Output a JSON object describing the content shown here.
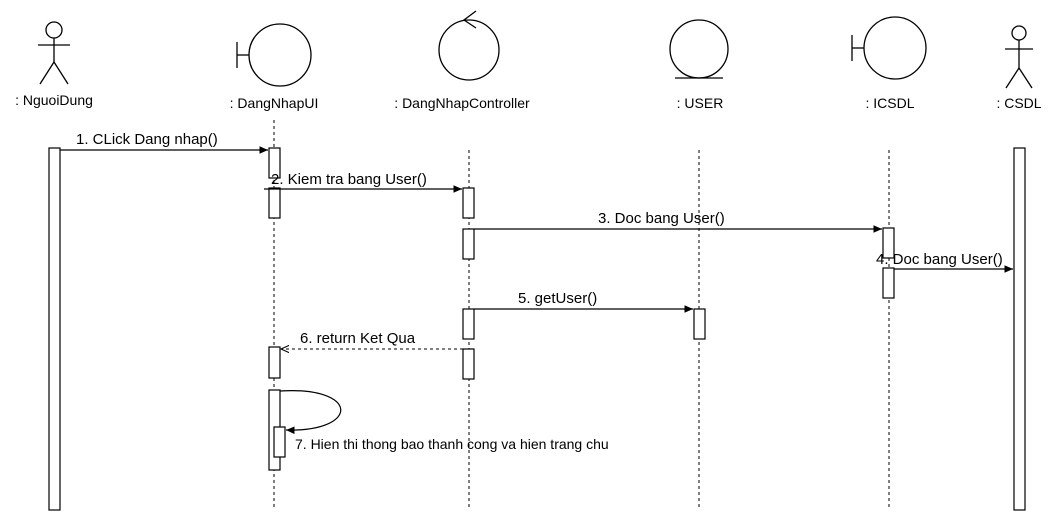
{
  "participants": [
    {
      "id": "nguoidung",
      "label": ": NguoiDung",
      "kind": "actor"
    },
    {
      "id": "dangnhapui",
      "label": ": DangNhapUI",
      "kind": "boundary"
    },
    {
      "id": "controller",
      "label": ": DangNhapController",
      "kind": "control"
    },
    {
      "id": "user",
      "label": ": USER",
      "kind": "entity"
    },
    {
      "id": "icsdl",
      "label": ": ICSDL",
      "kind": "boundary"
    },
    {
      "id": "csdl",
      "label": ": CSDL",
      "kind": "actor"
    }
  ],
  "messages": [
    {
      "label": "1. CLick Dang nhap()",
      "style": "sync"
    },
    {
      "label": "2. Kiem tra bang User()",
      "style": "sync"
    },
    {
      "label": "3. Doc bang User()",
      "style": "sync"
    },
    {
      "label": "4. Doc bang User()",
      "style": "sync"
    },
    {
      "label": "5. getUser()",
      "style": "sync"
    },
    {
      "label": "6. return Ket Qua",
      "style": "return"
    },
    {
      "label": "7. Hien thi thong bao thanh cong va hien trang chu",
      "style": "self"
    }
  ]
}
